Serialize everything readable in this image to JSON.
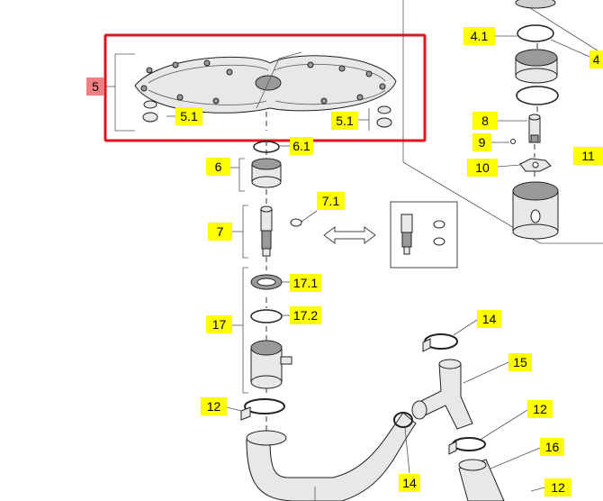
{
  "callouts": {
    "c5": "5",
    "c5_1_left": "5.1",
    "c5_1_right": "5.1",
    "c6": "6",
    "c6_1": "6.1",
    "c7": "7",
    "c7_1": "7.1",
    "c17": "17",
    "c17_1": "17.1",
    "c17_2": "17.2",
    "c12_left": "12",
    "c14_top": "14",
    "c14_bottom": "14",
    "c15": "15",
    "c12_right": "12",
    "c16": "16",
    "c12_bottom": "12",
    "c4_1": "4.1",
    "c4": "4",
    "c8": "8",
    "c9": "9",
    "c10": "10",
    "c11": "11"
  },
  "highlight": {
    "color": "#e0141e"
  }
}
